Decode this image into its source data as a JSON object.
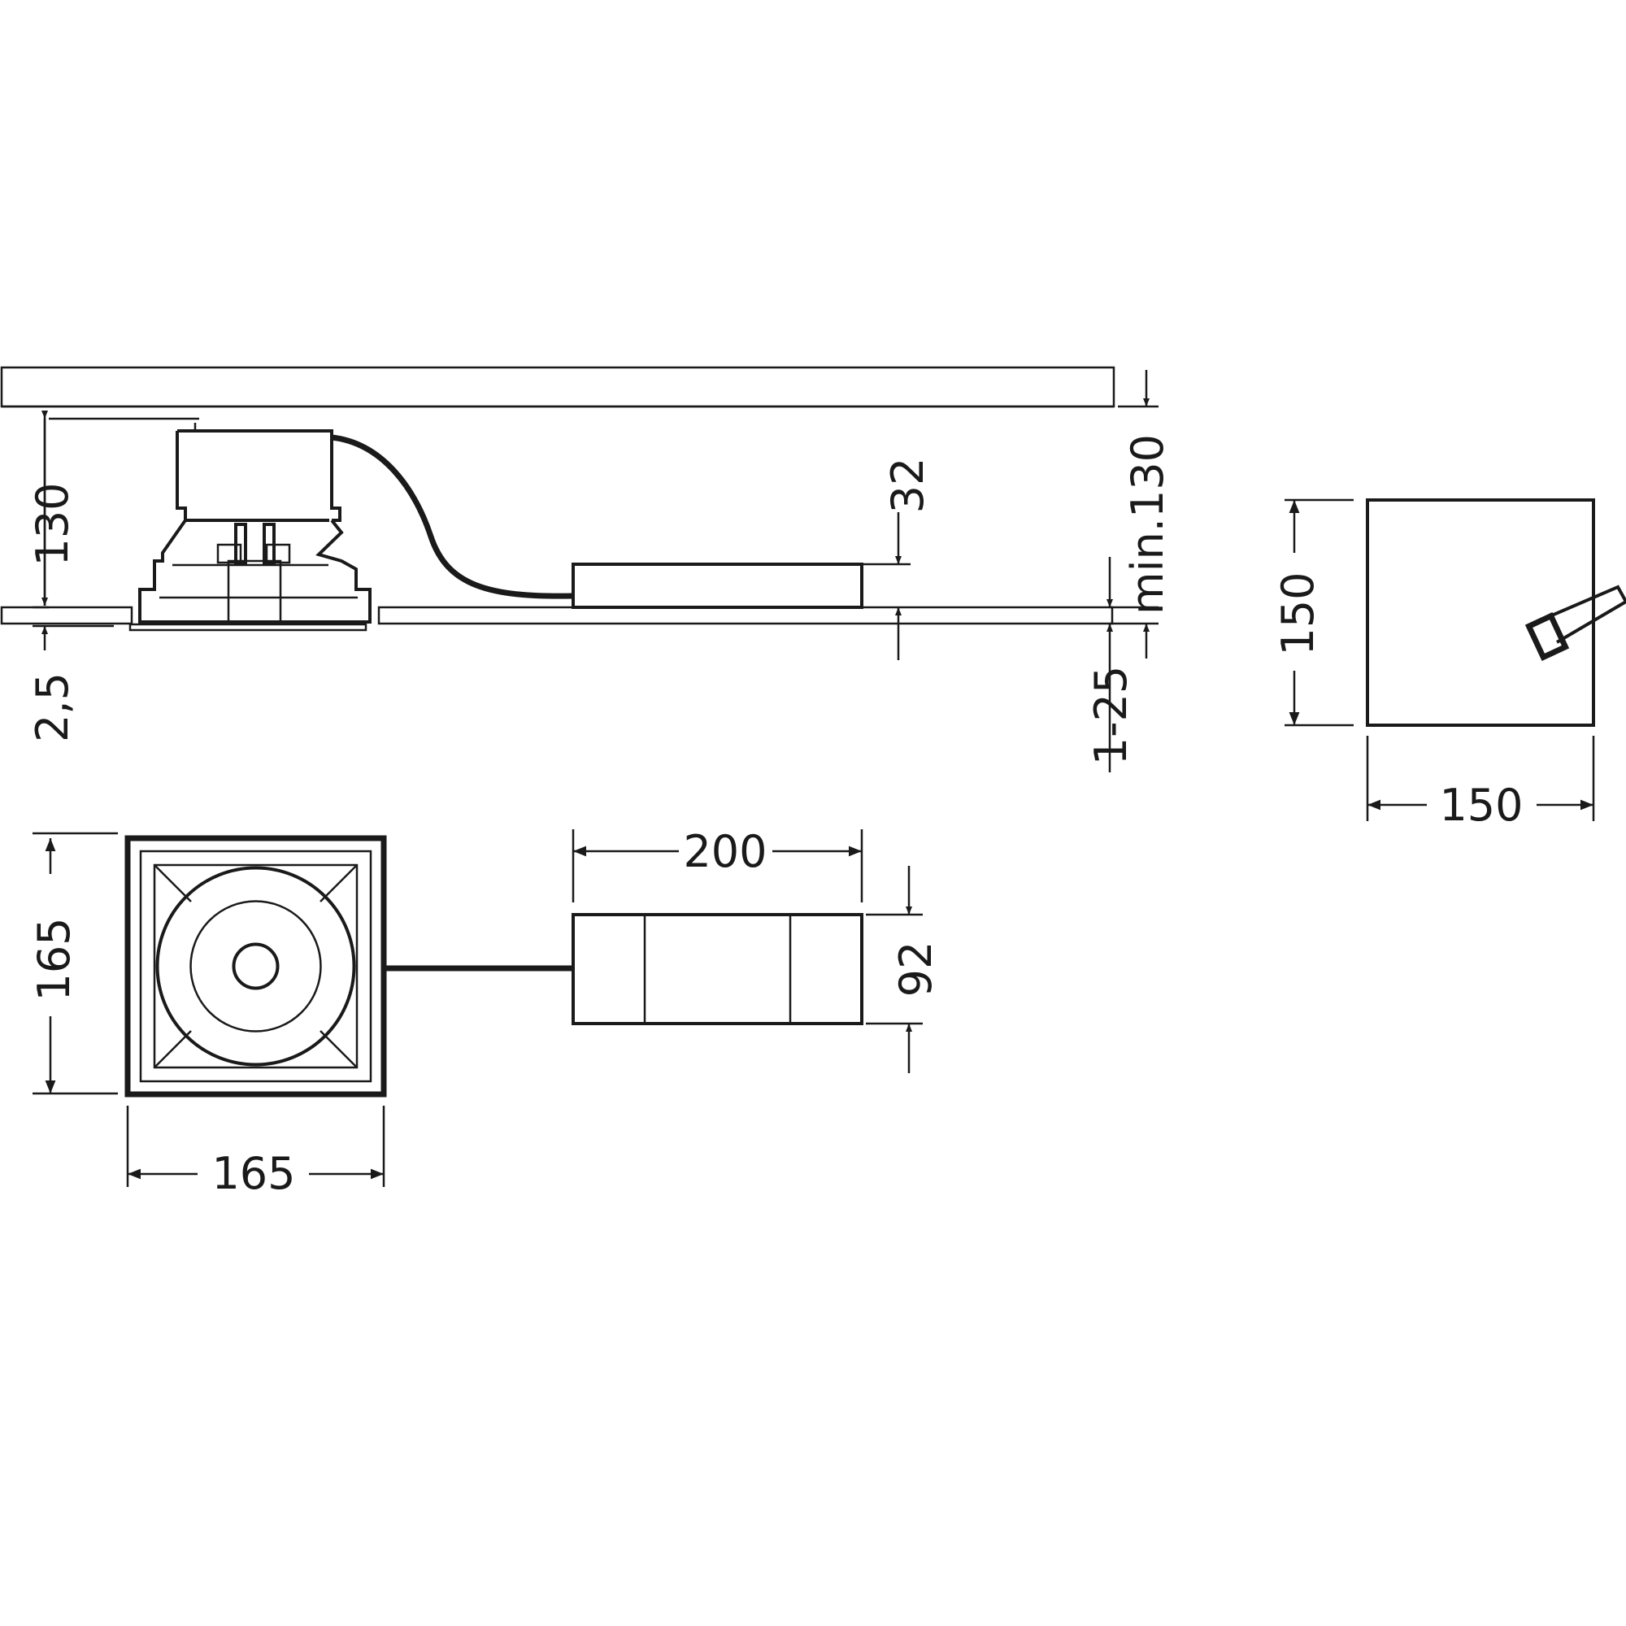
{
  "dimensions": {
    "side_view": {
      "fixture_height": "130",
      "ceiling_thickness": "2,5",
      "driver_height": "32",
      "void_min_height": "min.130",
      "ceiling_range": "1-25"
    },
    "top_view": {
      "fixture_height": "165",
      "fixture_width": "165",
      "driver_length": "200",
      "driver_width": "92"
    },
    "cutout": {
      "height": "150",
      "width": "150"
    }
  }
}
